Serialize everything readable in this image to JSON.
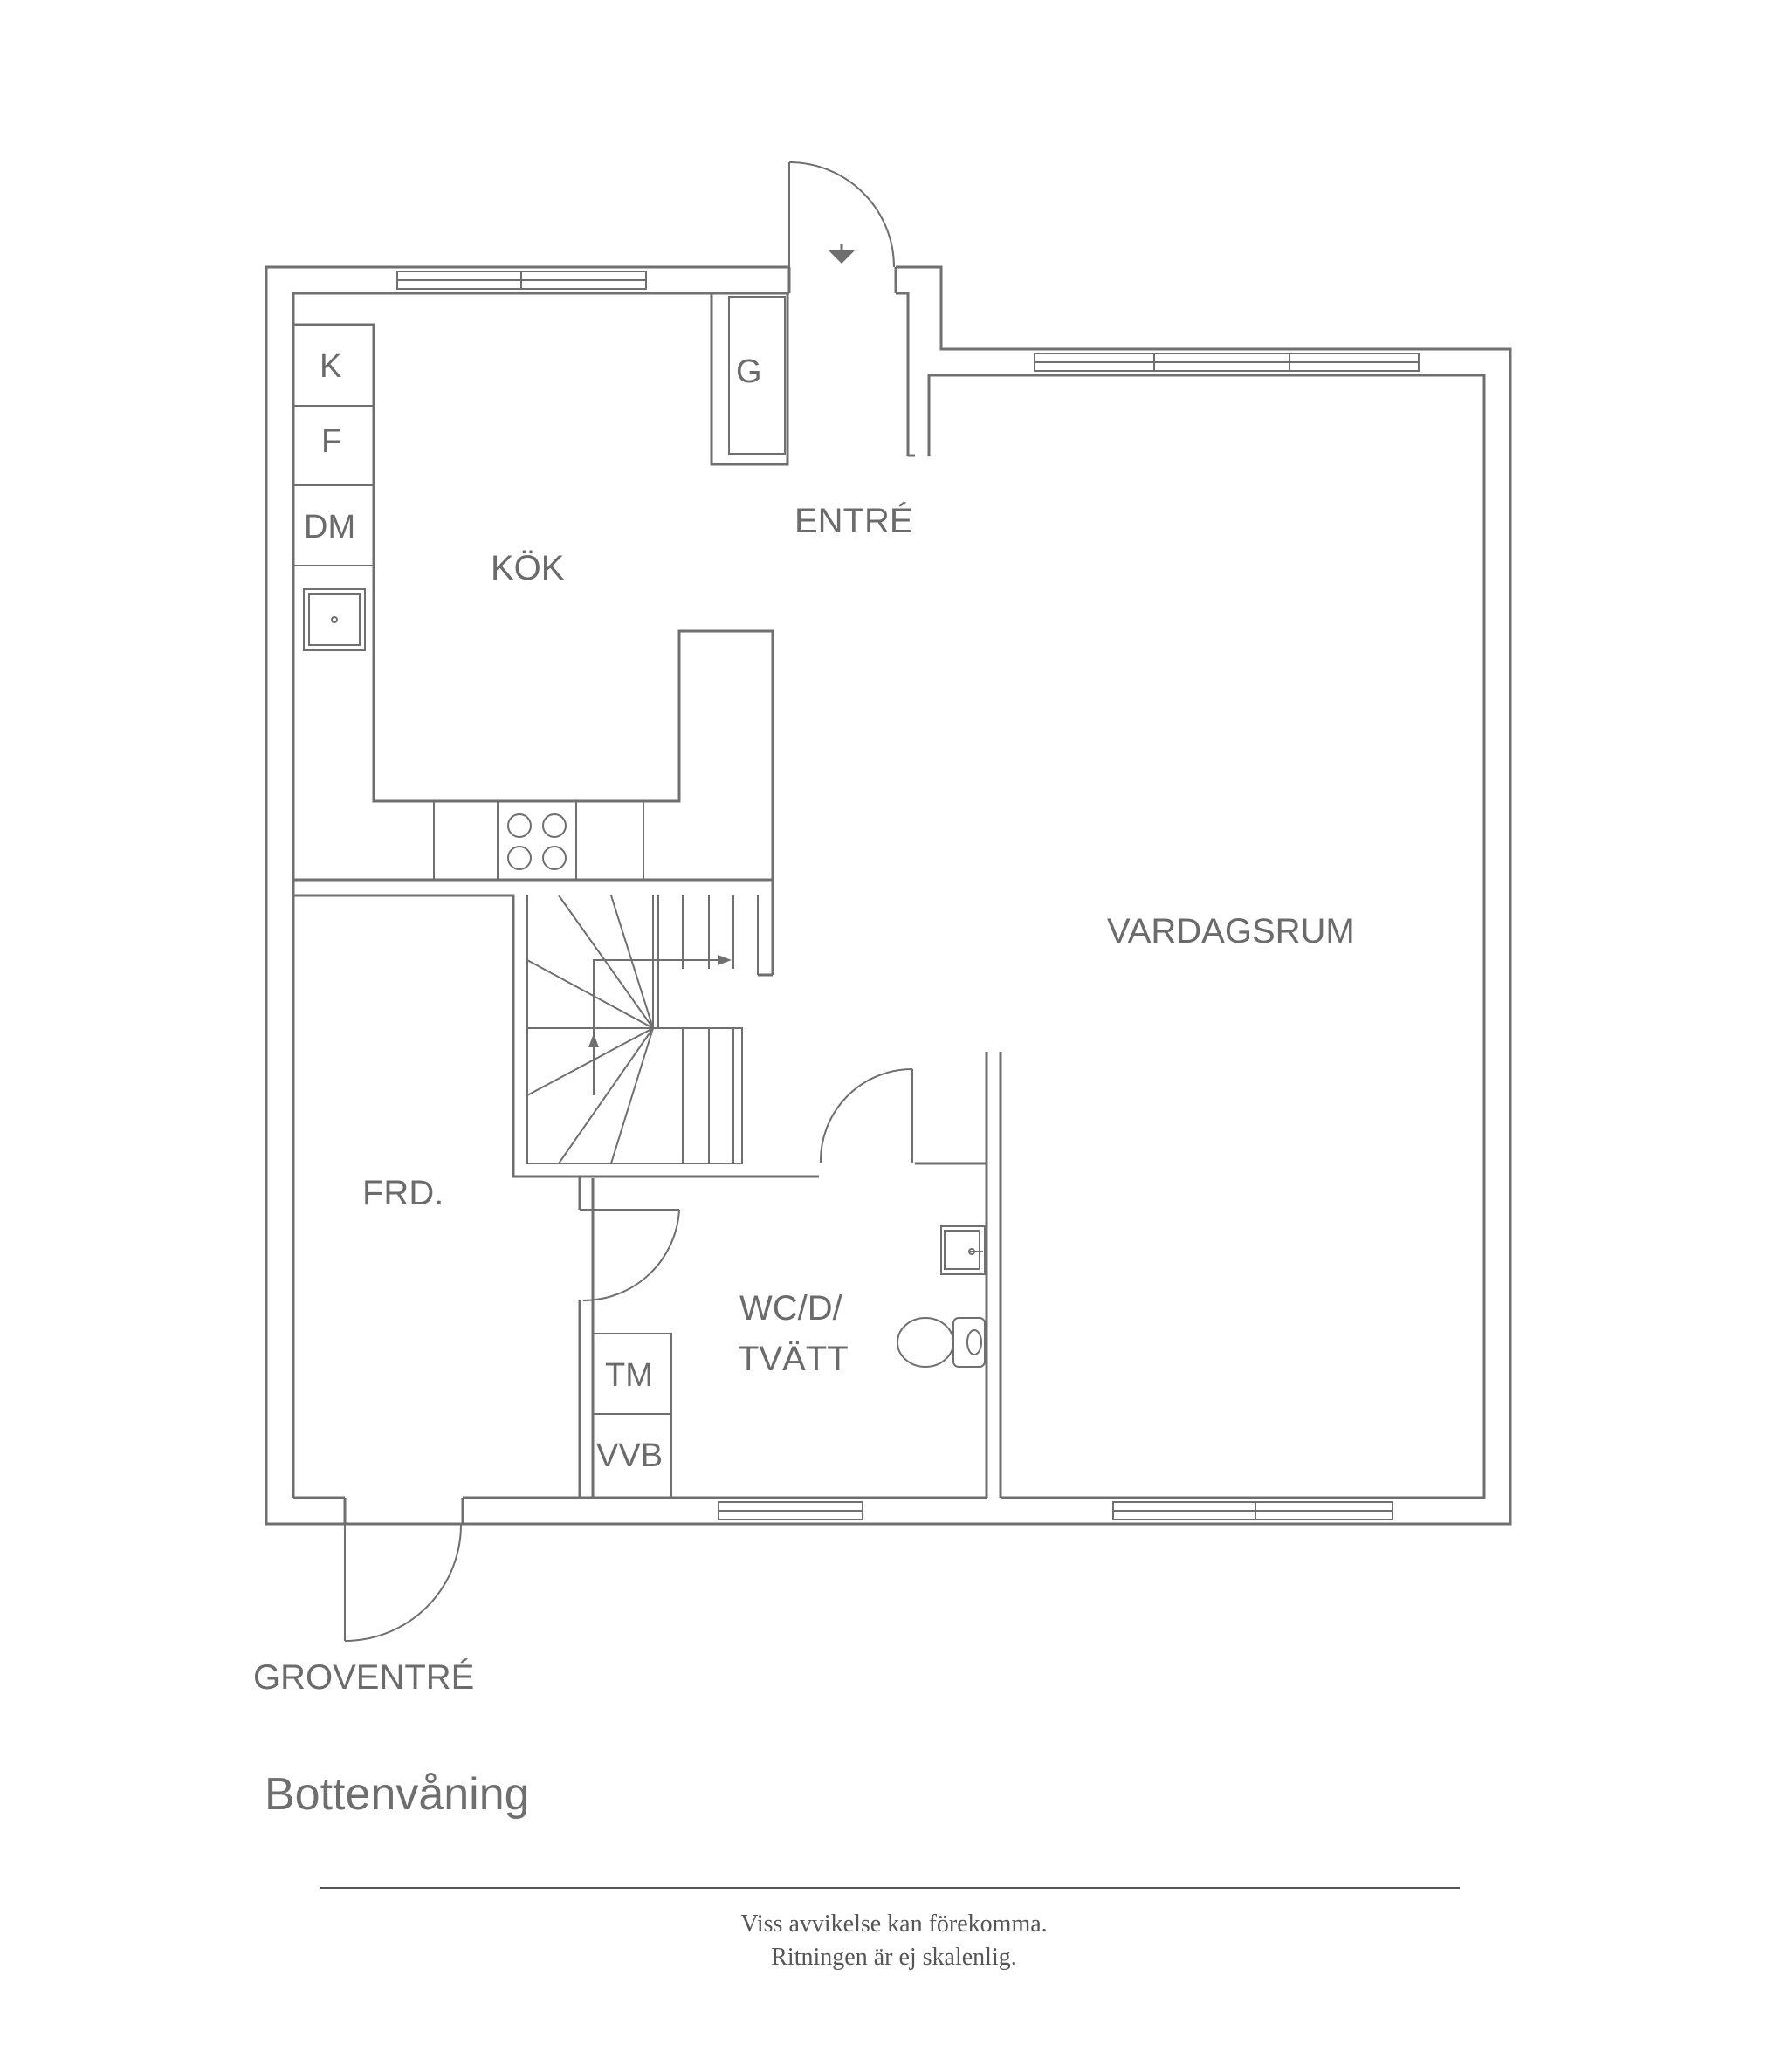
{
  "rooms": {
    "entre": "ENTRÉ",
    "kok": "KÖK",
    "vardagsrum": "VARDAGSRUM",
    "frd": "FRD.",
    "wc_line1": "WC/D/",
    "wc_line2": "TVÄTT",
    "groventre": "GROVENTRÉ"
  },
  "fixtures": {
    "k": "K",
    "f": "F",
    "dm": "DM",
    "g": "G",
    "tm": "TM",
    "vvb": "VVB"
  },
  "floor_title": "Bottenvåning",
  "disclaimer": {
    "line1": "Viss avvikelse kan förekomma.",
    "line2": "Ritningen är ej skalenlig."
  }
}
